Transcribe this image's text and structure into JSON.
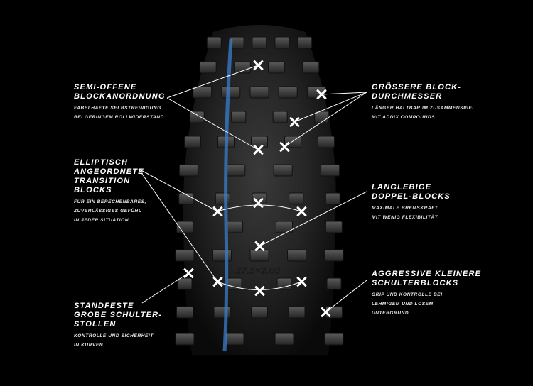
{
  "callouts": [
    {
      "id": "semi-offene",
      "title": [
        "SEMI-OFFENE",
        "BLOCKANORDNUNG"
      ],
      "desc": [
        "FABELHAFTE SELBSTREINIGUNG",
        "BEI GERINGEM ROLLWIDERSTAND."
      ]
    },
    {
      "id": "elliptisch",
      "title": [
        "ELLIPTISCH",
        "ANGEORDNETE",
        "TRANSITION",
        "BLOCKS"
      ],
      "desc": [
        "FÜR EIN BERECHENBARES,",
        "ZUVERLÄSSIGES GEFÜHL",
        "IN JEDER SITUATION."
      ]
    },
    {
      "id": "standfeste",
      "title": [
        "STANDFESTE",
        "GROBE SCHULTER-",
        "STOLLEN"
      ],
      "desc": [
        "KONTROLLE UND SICHERHEIT",
        "IN KURVEN."
      ]
    },
    {
      "id": "groessere",
      "title": [
        "GRÖSSERE BLOCK-",
        "DURCHMESSER"
      ],
      "desc": [
        "LÄNGER HALTBAR IM ZUSAMMENSPIEL",
        "MIT ADDIX COMPOUNDS."
      ]
    },
    {
      "id": "langlebige",
      "title": [
        "LANGLEBIGE",
        "DOPPEL-BLOCKS"
      ],
      "desc": [
        "MAXIMALE BREMSKRAFT",
        "MIT WENIG FLEXIBILITÄT."
      ]
    },
    {
      "id": "aggressive",
      "title": [
        "AGGRESSIVE KLEINERE",
        "SCHULTERBLOCKS"
      ],
      "desc": [
        "GRIP UND KONTROLLE BEI",
        "LEHMIGEM UND LOSEM",
        "UNTERGRUND."
      ]
    }
  ],
  "tire": {
    "sidewall_text": "27.5×2.60",
    "accent_color": "#3a7fd0"
  }
}
